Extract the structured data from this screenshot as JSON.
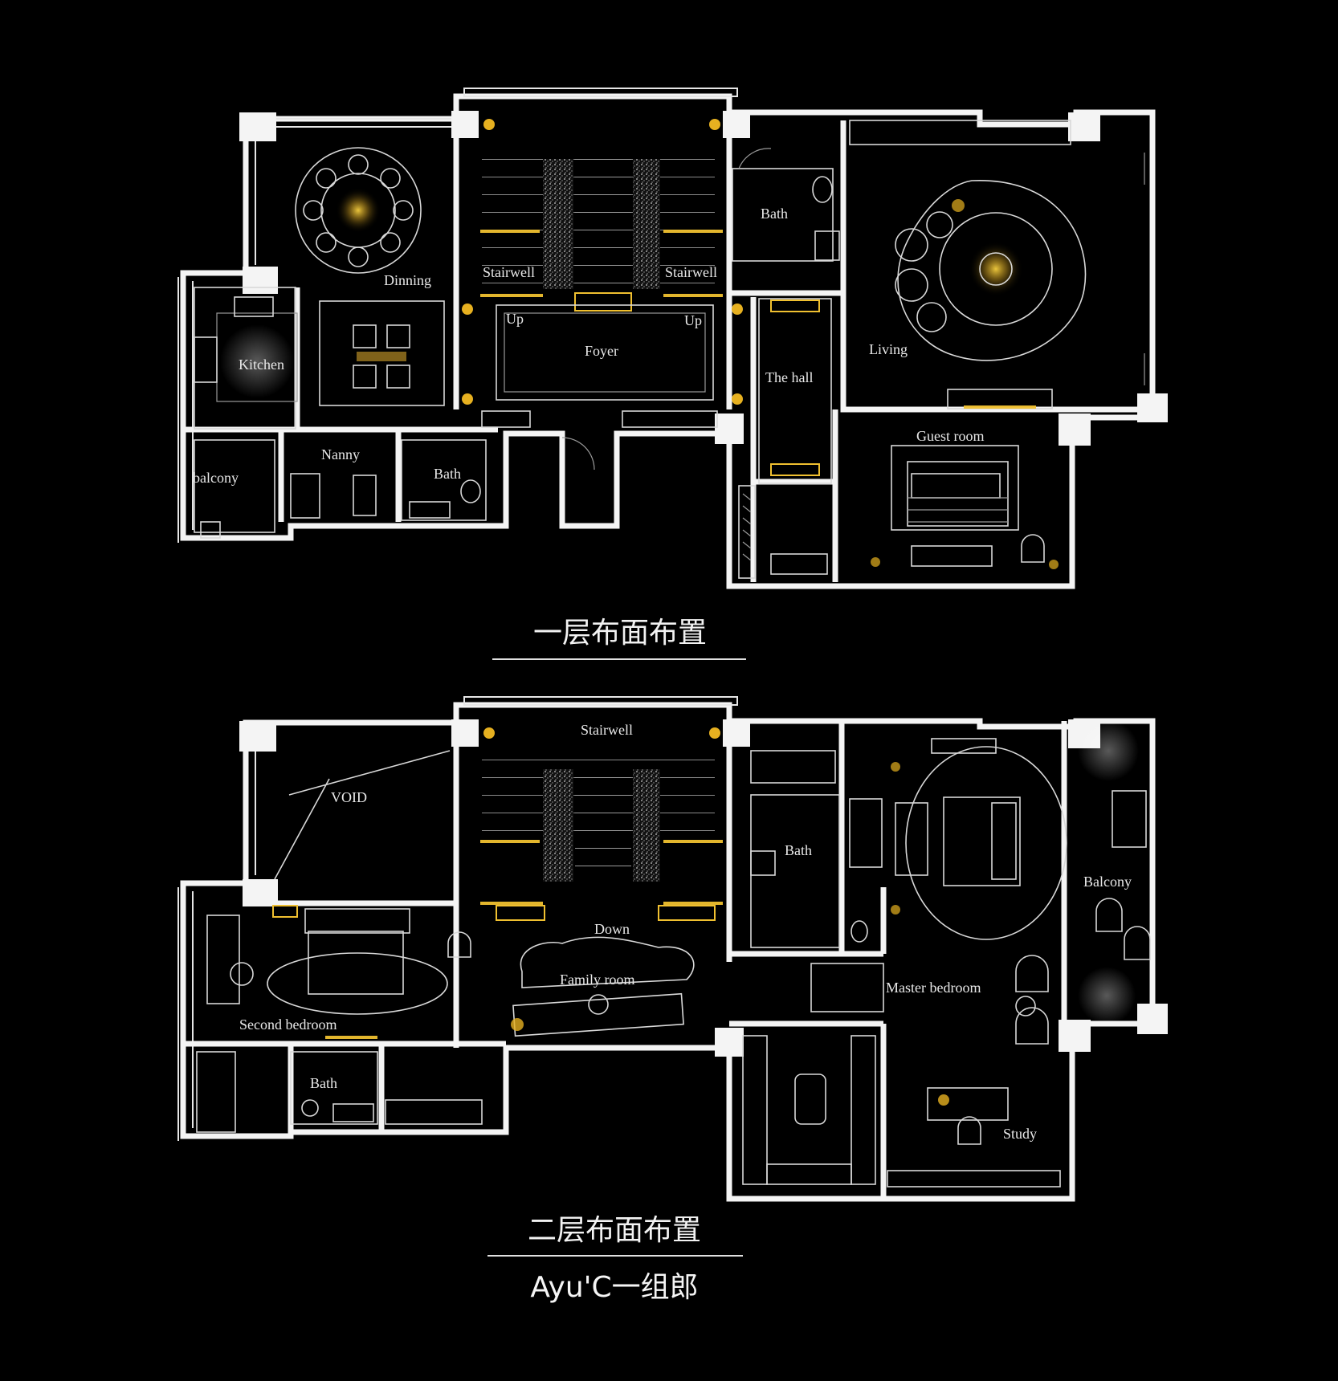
{
  "floor1": {
    "caption": "一层布面布置",
    "rooms": {
      "dinning": "Dinning",
      "kitchen": "Kitchen",
      "stairwell_left": "Stairwell",
      "stairwell_right": "Stairwell",
      "up_left": "Up",
      "up_right": "Up",
      "foyer": "Foyer",
      "bath_top": "Bath",
      "the_hall": "The hall",
      "living": "Living",
      "nanny": "Nanny",
      "balcony": "balcony",
      "bath_bottom": "Bath",
      "guest_room": "Guest room"
    }
  },
  "floor2": {
    "caption": "二层布面布置",
    "rooms": {
      "stairwell": "Stairwell",
      "void": "VOID",
      "bath_right": "Bath",
      "balcony": "Balcony",
      "down": "Down",
      "family_room": "Family room",
      "master_bedroom": "Master bedroom",
      "second_bedroom": "Second bedroom",
      "bath_left": "Bath",
      "study": "Study"
    }
  },
  "credit": "Ayu'C一组郎",
  "colors": {
    "background": "#000000",
    "walls": "#f4f4f4",
    "accent_light": "#f0c030"
  }
}
